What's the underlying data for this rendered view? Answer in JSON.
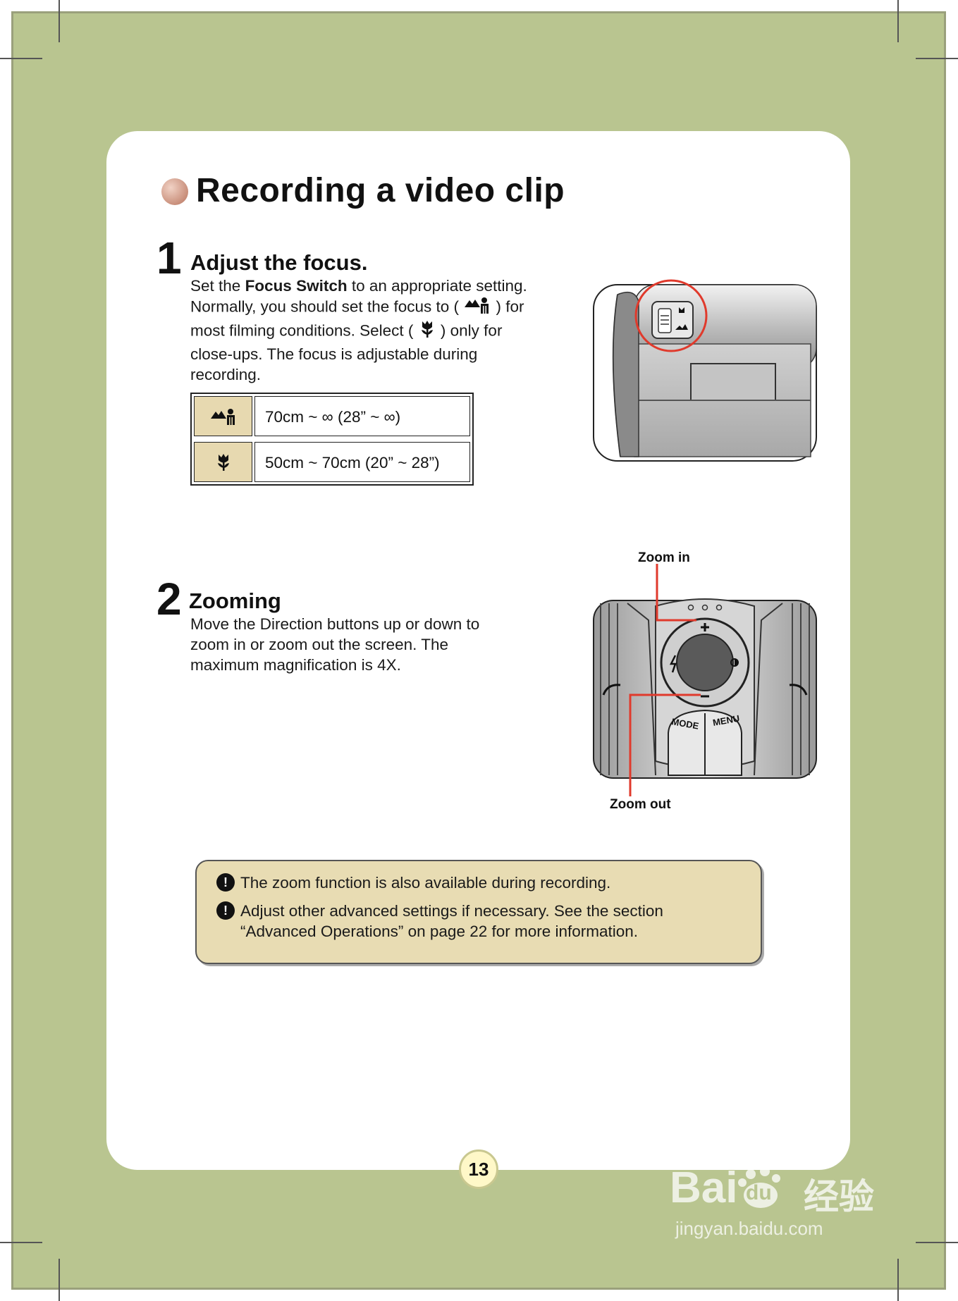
{
  "title": "Recording a video clip",
  "step1": {
    "number": "1",
    "heading": "Adjust the focus.",
    "text_before_bold": "Set the ",
    "bold": "Focus Switch",
    "text_after_bold": " to an appropriate setting. Normally, you should set the focus to (",
    "text_mid": ") for most filming conditions. Select (",
    "text_end": ") only for close-ups. The focus is adjustable during recording."
  },
  "focus_table": [
    {
      "icon": "landscape-icon",
      "range": "70cm ~ ∞  (28” ~ ∞)"
    },
    {
      "icon": "macro-flower-icon",
      "range": "50cm ~ 70cm  (20” ~ 28”)"
    }
  ],
  "step2": {
    "number": "2",
    "heading": "Zooming",
    "text": "Move the Direction buttons up or down to zoom in or zoom out the screen. The maximum magnification is 4X."
  },
  "zoom_labels": {
    "zoom_in": "Zoom in",
    "zoom_out": "Zoom out"
  },
  "camera_labels": {
    "mode": "MODE",
    "menu": "MENU"
  },
  "notes": [
    "The zoom function is also available during recording.",
    "Adjust other advanced settings if necessary. See the section “Advanced Operations” on page 22 for more information."
  ],
  "note_bullet": "!",
  "page_number": "13",
  "watermark": {
    "brand": "Bai",
    "brand2": "du",
    "cn": "经验",
    "url": "jingyan.baidu.com"
  }
}
